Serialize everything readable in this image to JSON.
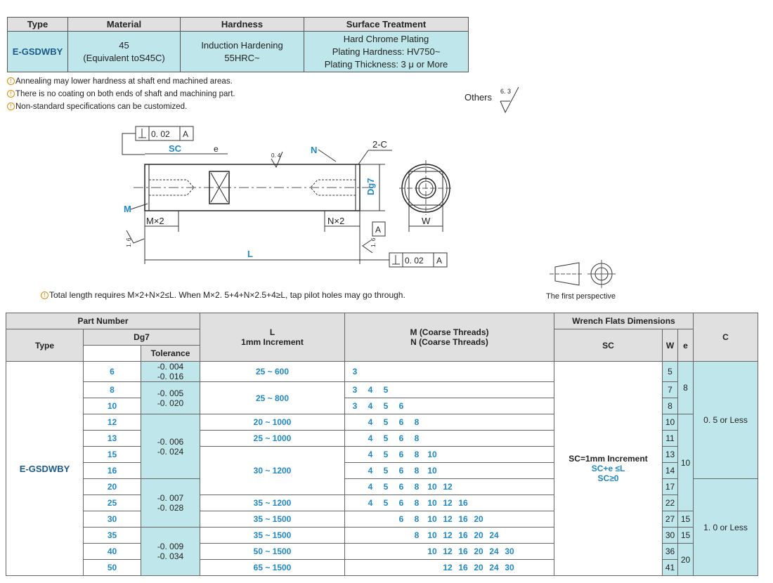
{
  "spec_table": {
    "headers": [
      "Type",
      "Material",
      "Hardness",
      "Surface Treatment"
    ],
    "type": "E-GSDWBY",
    "material": [
      "45",
      "(Equivalent toS45C)"
    ],
    "hardness": [
      "Induction Hardening",
      "55HRC~"
    ],
    "surface": [
      "Hard Chrome Plating",
      "Plating Hardness: HV750~",
      "Plating Thickness: 3 μ  or More"
    ]
  },
  "notes": [
    "Annealing may lower hardness at shaft end machined areas.",
    "There is no coating on both ends of shaft and machining part.",
    "Non-standard specifications can be customized."
  ],
  "others_label": "Others",
  "others_roughness": "6. 3",
  "drawing": {
    "tol_top": "0. 02",
    "datum": "A",
    "sc": "SC",
    "e": "e",
    "rough_04": "0. 4",
    "n": "N",
    "chamfer": "2-C",
    "dg7": "Dg7",
    "m": "M",
    "mx2": "M×2",
    "nx2": "N×2",
    "w": "W",
    "l": "L",
    "rough_16a": "1. 6",
    "rough_16b": "1. 6",
    "tol_bot": "0. 02",
    "datum_bot": "A",
    "perspective": "The first perspective"
  },
  "length_note": "Total length requires M×2+N×2≤L.  When M×2. 5+4+N×2.5+4≥L,  tap pilot holes may go through.",
  "main_table": {
    "headers": {
      "part_number": "Part Number",
      "type": "Type",
      "dg7": "Dg7",
      "tolerance": "Tolerance",
      "l": "L",
      "l_sub": "1mm Increment",
      "m": "M (Coarse Threads)",
      "n": "N (Coarse Threads)",
      "wrench": "Wrench Flats Dimensions",
      "sc": "SC",
      "w": "W",
      "e": "e",
      "c": "C"
    },
    "type": "E-GSDWBY",
    "sc_text": [
      "SC=1mm Increment",
      "SC+e  ≤L",
      "SC≥0"
    ],
    "rows": [
      {
        "d": "6",
        "l": "25  ~   600",
        "m": [
          "3",
          "",
          "",
          "",
          "",
          "",
          "",
          "",
          ""
        ],
        "w": "5"
      },
      {
        "d": "8",
        "l": "",
        "m": [
          "3",
          "4",
          "5",
          "",
          "",
          "",
          "",
          "",
          ""
        ],
        "w": "7"
      },
      {
        "d": "10",
        "l": "",
        "m": [
          "3",
          "4",
          "5",
          "6",
          "",
          "",
          "",
          "",
          ""
        ],
        "w": "8"
      },
      {
        "d": "12",
        "l": "20  ~ 1000",
        "m": [
          "",
          "4",
          "5",
          "6",
          "8",
          "",
          "",
          "",
          ""
        ],
        "w": "10"
      },
      {
        "d": "13",
        "l": "25  ~ 1000",
        "m": [
          "",
          "4",
          "5",
          "6",
          "8",
          "",
          "",
          "",
          ""
        ],
        "w": "11"
      },
      {
        "d": "15",
        "l": "",
        "m": [
          "",
          "4",
          "5",
          "6",
          "8",
          "10",
          "",
          "",
          ""
        ],
        "w": "13"
      },
      {
        "d": "16",
        "l": "",
        "m": [
          "",
          "4",
          "5",
          "6",
          "8",
          "10",
          "",
          "",
          ""
        ],
        "w": "14"
      },
      {
        "d": "20",
        "l": "",
        "m": [
          "",
          "4",
          "5",
          "6",
          "8",
          "10",
          "12",
          "",
          ""
        ],
        "w": "17"
      },
      {
        "d": "25",
        "l": "35  ~ 1200",
        "m": [
          "",
          "4",
          "5",
          "6",
          "8",
          "10",
          "12",
          "16",
          ""
        ],
        "w": "22"
      },
      {
        "d": "30",
        "l": "35  ~ 1500",
        "m": [
          "",
          "",
          "",
          "6",
          "8",
          "10",
          "12",
          "16",
          "20"
        ],
        "w": "27"
      },
      {
        "d": "35",
        "l": "35  ~ 1500",
        "m": [
          "",
          "",
          "",
          "",
          "8",
          "10",
          "12",
          "16",
          "20",
          "24"
        ],
        "w": "30"
      },
      {
        "d": "40",
        "l": "50  ~ 1500",
        "m": [
          "",
          "",
          "",
          "",
          "",
          "10",
          "12",
          "16",
          "20",
          "24",
          "30"
        ],
        "w": "36"
      },
      {
        "d": "50",
        "l": "65  ~ 1500",
        "m": [
          "",
          "",
          "",
          "",
          "",
          "",
          "12",
          "16",
          "20",
          "24",
          "30"
        ],
        "w": "41"
      }
    ],
    "l_merged_8_10": "25  ~   800",
    "l_merged_15_20": "30  ~ 1200",
    "tol": {
      "t6": [
        "-0. 004",
        "-0. 016"
      ],
      "t8_10": [
        "-0. 005",
        "-0. 020"
      ],
      "t12_16": [
        "-0. 006",
        "-0. 024"
      ],
      "t20_30": [
        "-0. 007",
        "-0. 028"
      ],
      "t35_50": [
        "-0. 009",
        "-0. 034"
      ]
    },
    "e_vals": [
      "8",
      "10",
      "15",
      "15",
      "20"
    ],
    "c_vals": [
      "0. 5  or Less",
      "1. 0  or Less"
    ]
  }
}
